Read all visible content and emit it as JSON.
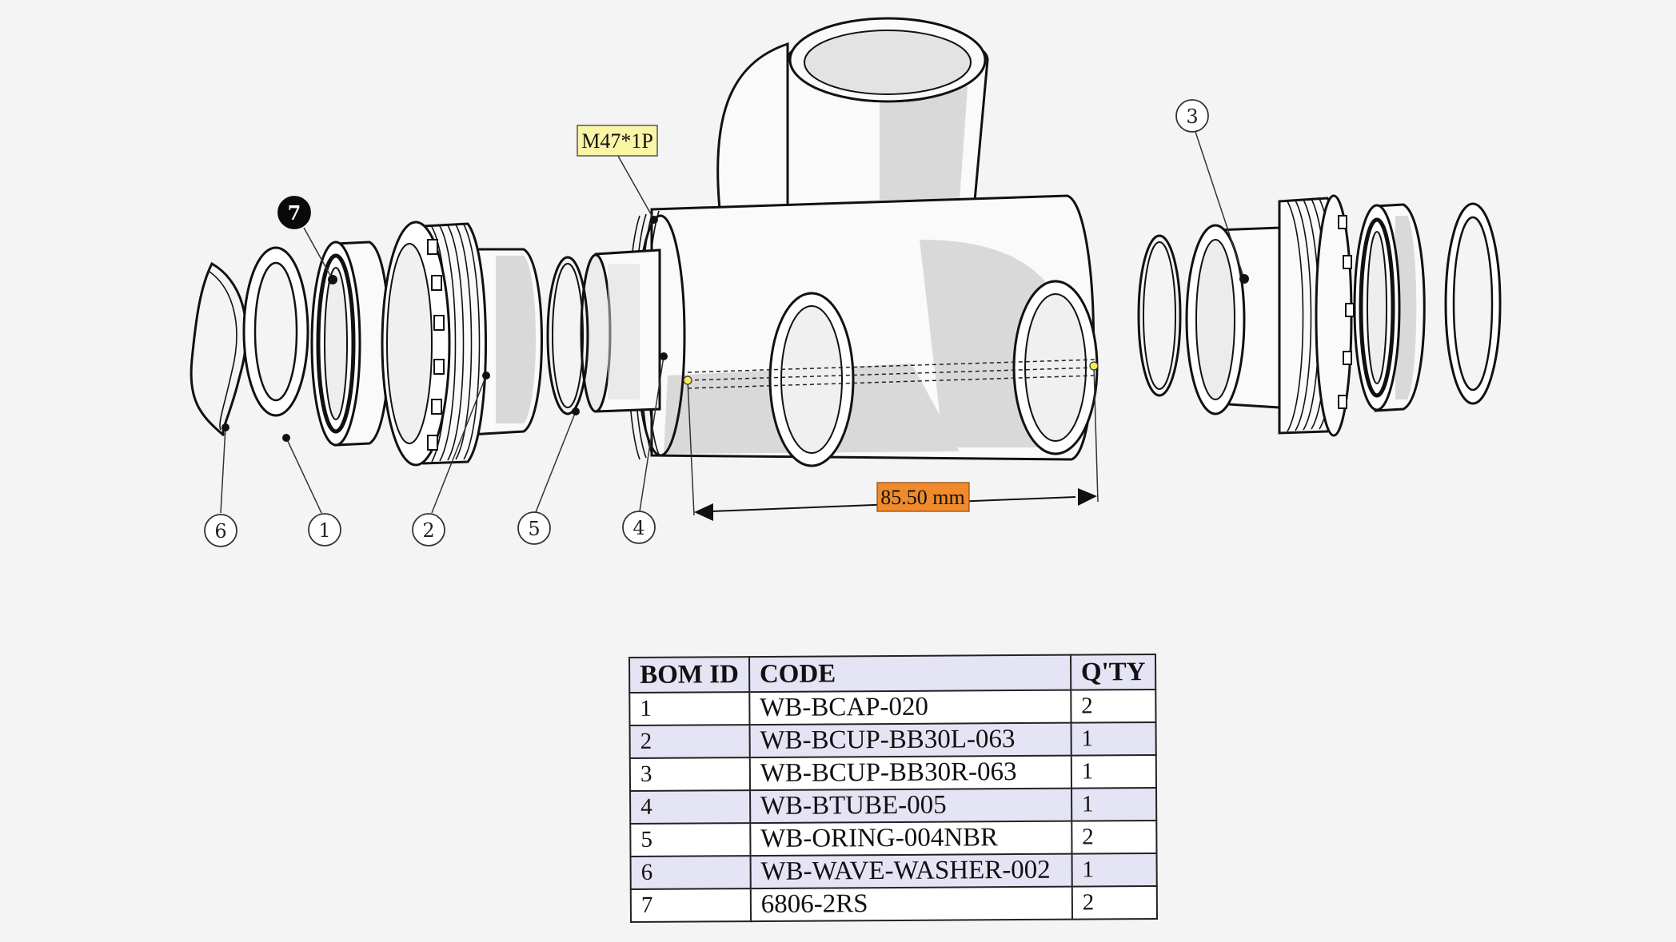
{
  "annotations": {
    "thread_spec": "M47*1P",
    "dimension": "85.50 mm"
  },
  "callouts": [
    "6",
    "1",
    "2",
    "5",
    "4",
    "3",
    "7"
  ],
  "bom": {
    "headers": [
      "BOM ID",
      "CODE",
      "Q'TY"
    ],
    "rows": [
      {
        "id": "1",
        "code": "WB-BCAP-020",
        "qty": "2"
      },
      {
        "id": "2",
        "code": "WB-BCUP-BB30L-063",
        "qty": "1"
      },
      {
        "id": "3",
        "code": "WB-BCUP-BB30R-063",
        "qty": "1"
      },
      {
        "id": "4",
        "code": "WB-BTUBE-005",
        "qty": "1"
      },
      {
        "id": "5",
        "code": "WB-ORING-004NBR",
        "qty": "2"
      },
      {
        "id": "6",
        "code": "WB-WAVE-WASHER-002",
        "qty": "1"
      },
      {
        "id": "7",
        "code": "6806-2RS",
        "qty": "2"
      }
    ]
  },
  "colors": {
    "thread_tag_bg": "#fbf6a6",
    "dimension_tag_bg": "#f08a2c",
    "table_header_bg": "#e4e4f4",
    "table_alt_row_bg": "#e4e4f4"
  }
}
